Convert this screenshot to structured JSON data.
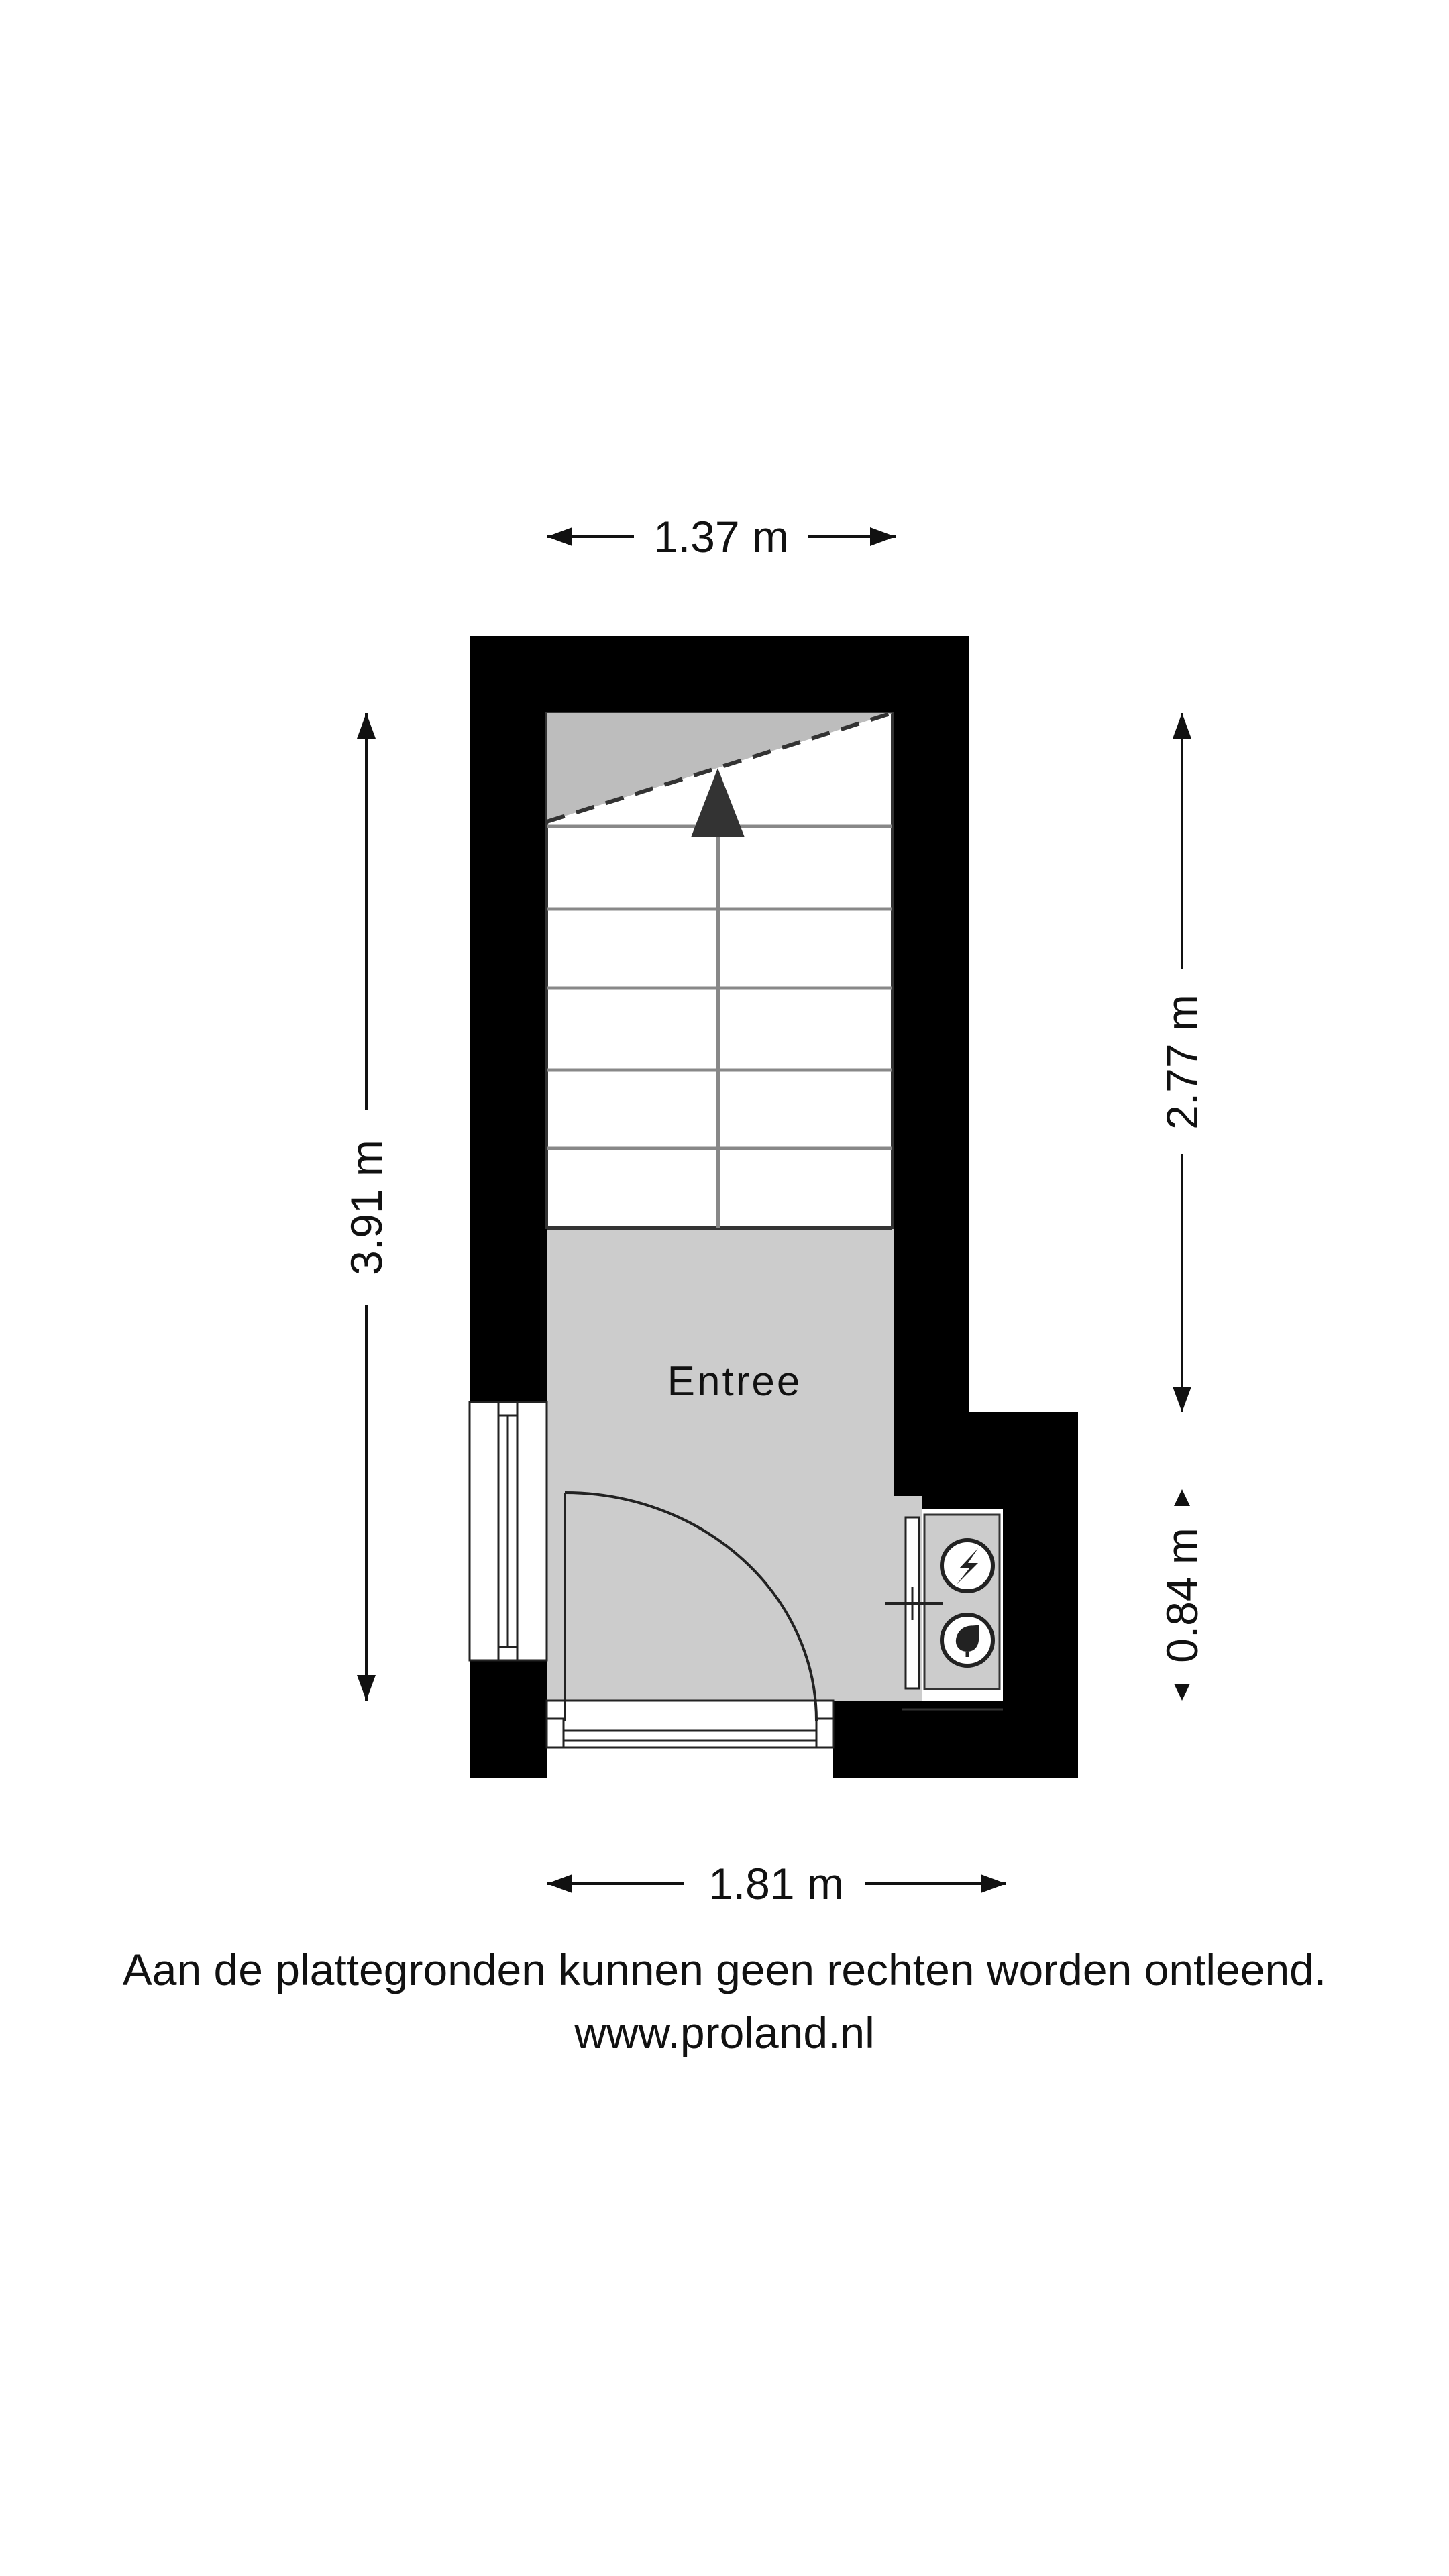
{
  "plan": {
    "room_label": "Entree",
    "dimensions": {
      "top_width": "1.37 m",
      "bottom_width": "1.81 m",
      "left_height": "3.91 m",
      "right_height_upper": "2.77 m",
      "right_height_lower": "0.84 m"
    },
    "meter_icons": [
      "electricity-meter-icon",
      "gas-meter-icon"
    ]
  },
  "footer": {
    "disclaimer": "Aan de plattegronden kunnen geen rechten worden ontleend.",
    "website": "www.proland.nl"
  },
  "colors": {
    "wall": "#000000",
    "floor": "#cccccc",
    "stair_landing": "#bdbdbd",
    "stairs": "#ffffff"
  }
}
